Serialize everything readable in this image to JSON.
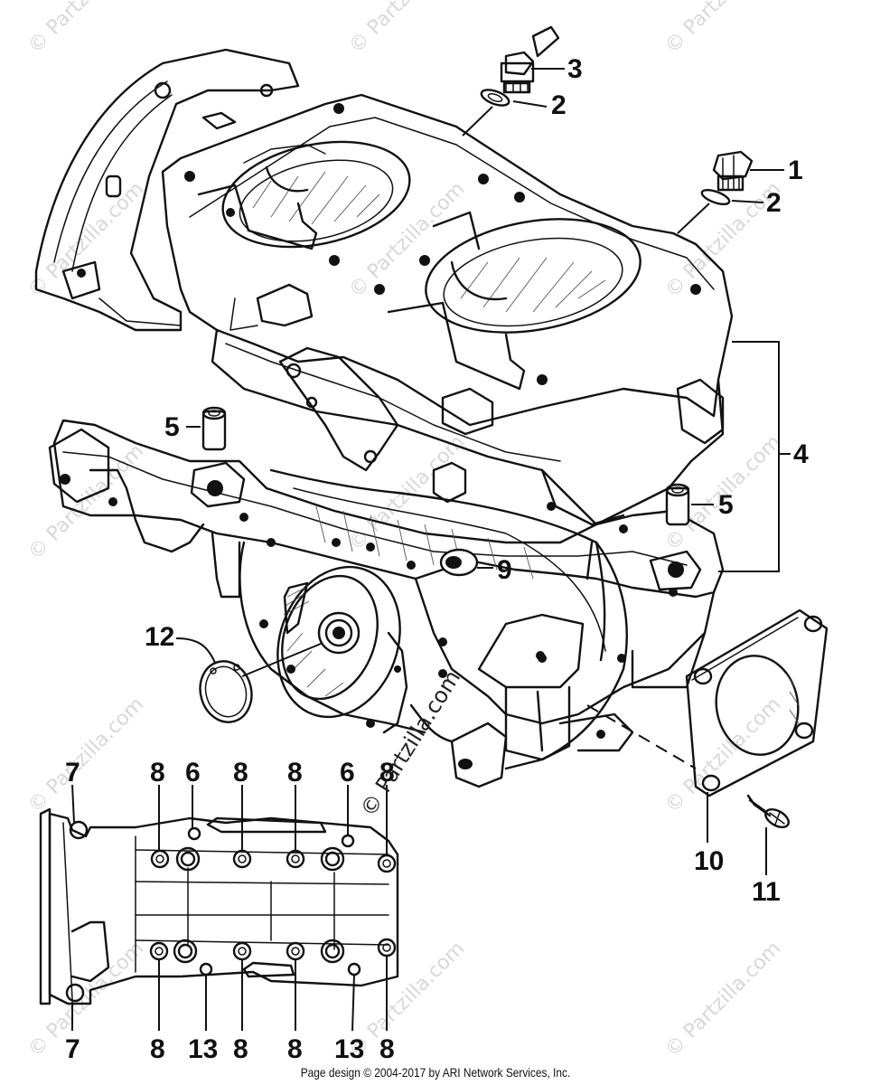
{
  "watermark": {
    "text": "© Partzilla.com",
    "center_text": "© Partzilla.com"
  },
  "callouts": [
    {
      "id": "c3",
      "label": "3"
    },
    {
      "id": "c2a",
      "label": "2"
    },
    {
      "id": "c1",
      "label": "1"
    },
    {
      "id": "c2b",
      "label": "2"
    },
    {
      "id": "c4",
      "label": "4"
    },
    {
      "id": "c5a",
      "label": "5"
    },
    {
      "id": "c5b",
      "label": "5"
    },
    {
      "id": "c9",
      "label": "9"
    },
    {
      "id": "c12",
      "label": "12"
    },
    {
      "id": "c10",
      "label": "10"
    },
    {
      "id": "c11",
      "label": "11"
    },
    {
      "id": "c7a",
      "label": "7"
    },
    {
      "id": "c8a",
      "label": "8"
    },
    {
      "id": "c6a",
      "label": "6"
    },
    {
      "id": "c8b",
      "label": "8"
    },
    {
      "id": "c8c",
      "label": "8"
    },
    {
      "id": "c6b",
      "label": "6"
    },
    {
      "id": "c8d",
      "label": "8"
    },
    {
      "id": "c7b",
      "label": "7"
    },
    {
      "id": "c8e",
      "label": "8"
    },
    {
      "id": "c13a",
      "label": "13"
    },
    {
      "id": "c8f",
      "label": "8"
    },
    {
      "id": "c8g",
      "label": "8"
    },
    {
      "id": "c13b",
      "label": "13"
    },
    {
      "id": "c8h",
      "label": "8"
    }
  ],
  "footer": {
    "text": "Page design © 2004-2017 by ARI Network Services, Inc."
  }
}
